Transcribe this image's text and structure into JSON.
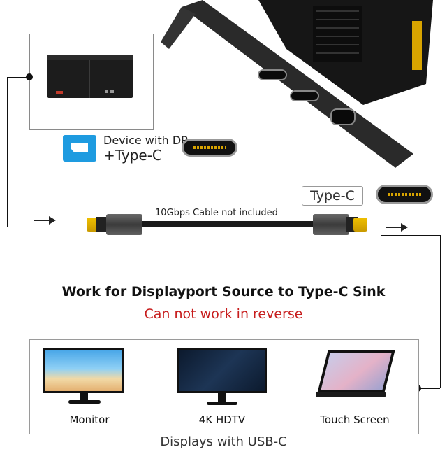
{
  "source": {
    "label_line1": "Device with DP",
    "label_line2": "+Type-C"
  },
  "cable": {
    "label": "10Gbps Cable not included",
    "port_label": "Type-C"
  },
  "heading": "Work for Displayport Source to Type-C Sink",
  "warning": "Can not work in reverse",
  "displays": {
    "items": [
      {
        "label": "Monitor"
      },
      {
        "label": "4K HDTV"
      },
      {
        "label": "Touch Screen"
      }
    ],
    "caption": "Displays with USB-C"
  },
  "colors": {
    "warning": "#c71c1c",
    "dp_icon": "#1e9be0",
    "pin_gold": "#d8a400"
  },
  "icons": [
    "pc-case-icon",
    "displayport-icon",
    "type-c-port-icon",
    "arrow-right-icon"
  ]
}
